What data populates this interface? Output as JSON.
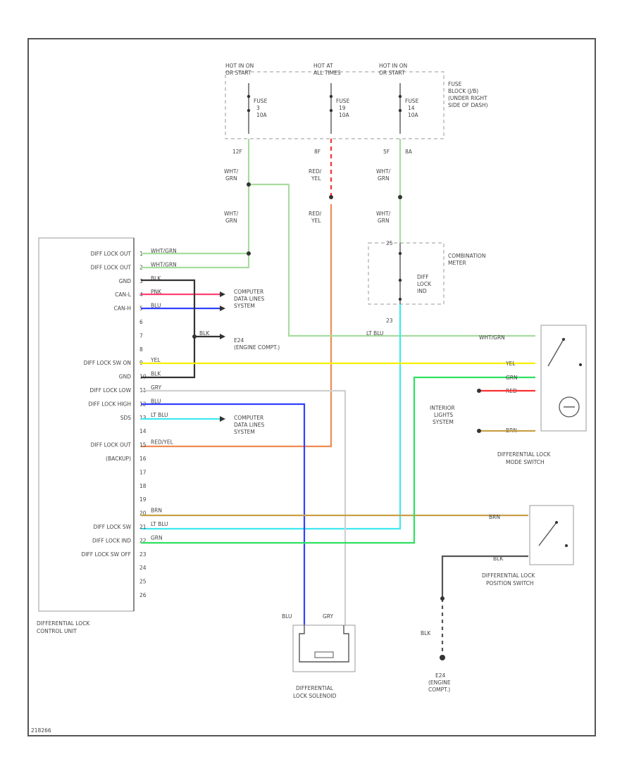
{
  "power": {
    "p1_l1": "HOT IN ON",
    "p1_l2": "OR START",
    "p2_l1": "HOT AT",
    "p2_l2": "ALL TIMES",
    "p3_l1": "HOT IN ON",
    "p3_l2": "OR START",
    "fuse1_a": "FUSE",
    "fuse1_b": "3",
    "fuse1_c": "10A",
    "fuse2_a": "FUSE",
    "fuse2_b": "19",
    "fuse2_c": "10A",
    "fuse3_a": "FUSE",
    "fuse3_b": "14",
    "fuse3_c": "10A",
    "fuse_block_1": "FUSE",
    "fuse_block_2": "BLOCK (J/B)",
    "fuse_block_3": "(UNDER RIGHT",
    "fuse_block_4": "SIDE OF DASH)",
    "pin_12f": "12F",
    "pin_8f": "8F",
    "pin_5f": "5F",
    "pin_8a": "8A"
  },
  "wires": {
    "whtgrn": "WHT/",
    "whtgrn2": "GRN",
    "redyel": "RED/",
    "redyel2": "YEL"
  },
  "control_unit": {
    "title1": "DIFFERENTIAL LOCK",
    "title2": "CONTROL UNIT",
    "left_labels": [
      "DIFF LOCK OUT",
      "DIFF LOCK OUT",
      "GND",
      "CAN-L",
      "CAN-H",
      "",
      "",
      "",
      "DIFF LOCK SW ON",
      "GND",
      "DIFF LOCK LOW",
      "DIFF LOCK HIGH",
      "SDS",
      "",
      "DIFF LOCK OUT",
      "(BACKUP)",
      "",
      "",
      "",
      "",
      "DIFF LOCK SW",
      "DIFF LOCK IND",
      "DIFF LOCK SW OFF",
      "",
      "",
      "",
      ""
    ],
    "pins": [
      "1",
      "2",
      "3",
      "4",
      "5",
      "6",
      "7",
      "8",
      "9",
      "10",
      "11",
      "12",
      "13",
      "14",
      "15",
      "16",
      "17",
      "18",
      "19",
      "20",
      "21",
      "22",
      "23",
      "24",
      "25",
      "26"
    ],
    "wire_labels": [
      "WHT/GRN",
      "WHT/GRN",
      "BLK",
      "PNK",
      "BLU",
      "",
      "",
      "",
      "YEL",
      "BLK",
      "GRY",
      "BLU",
      "LT BLU",
      "",
      "RED/YEL",
      "",
      "",
      "",
      "",
      "BRN",
      "LT BLU",
      "GRN",
      "",
      "",
      "",
      ""
    ]
  },
  "computer_data_1": {
    "l1": "COMPUTER",
    "l2": "DATA LINES",
    "l3": "SYSTEM"
  },
  "computer_data_2": {
    "l1": "COMPUTER",
    "l2": "DATA LINES",
    "l3": "SYSTEM"
  },
  "e24_1": {
    "l1": "E24",
    "l2": "(ENGINE COMPT.)",
    "wire": "BLK"
  },
  "e24_2": {
    "l1": "E24",
    "l2": "(ENGINE",
    "l3": "COMPT.)",
    "wire": "BLK"
  },
  "meter": {
    "title1": "COMBINATION",
    "title2": "METER",
    "ind1": "DIFF",
    "ind2": "LOCK",
    "ind3": "IND",
    "pin_top": "25",
    "pin_bot": "23"
  },
  "mode_switch": {
    "title1": "DIFFERENTIAL LOCK",
    "title2": "MODE SWITCH",
    "w1": "WHT/GRN",
    "w2": "YEL",
    "w3": "GRN",
    "w4": "RED",
    "w5": "BRN",
    "lt_blu": "LT BLU"
  },
  "interior": {
    "l1": "INTERIOR",
    "l2": "LIGHTS",
    "l3": "SYSTEM"
  },
  "position_switch": {
    "title1": "DIFFERENTIAL LOCK",
    "title2": "POSITION SWITCH",
    "w1": "BRN",
    "w2": "BLK"
  },
  "solenoid": {
    "title1": "DIFFERENTIAL",
    "title2": "LOCK SOLENOID",
    "w1": "BLU",
    "w2": "GRY"
  },
  "footer": {
    "code": "218266"
  },
  "colors": {
    "wht_grn": "#a8dca0",
    "red_yel": "#f08a50",
    "red": "#ff3030",
    "yel": "#f5f000",
    "blk": "#333333",
    "pnk": "#ff4070",
    "blu": "#3040ff",
    "lt_blu": "#40e8f0",
    "grn": "#30e060",
    "brn": "#c8a048",
    "gry": "#c8c8c8"
  }
}
